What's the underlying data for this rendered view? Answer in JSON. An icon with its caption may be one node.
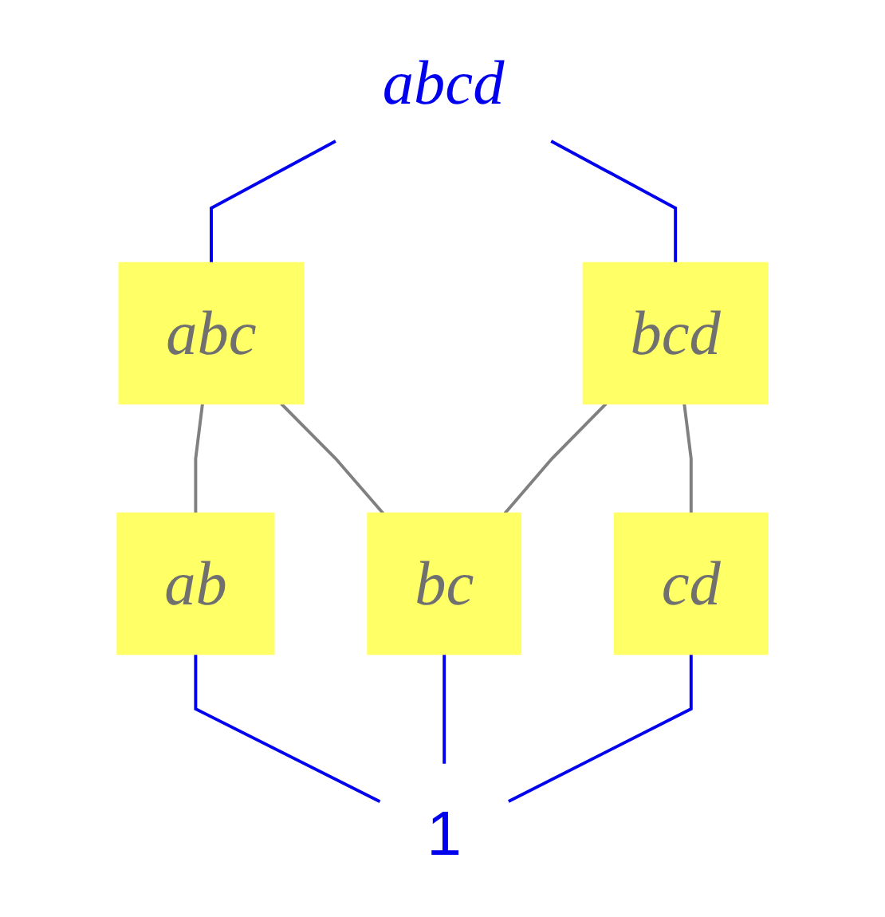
{
  "diagram": {
    "nodes": [
      {
        "text": [
          "abcd"
        ]
      },
      {
        "text": [
          "abc"
        ]
      },
      {
        "text": [
          "bcd"
        ]
      },
      {
        "text": [
          "ab"
        ]
      },
      {
        "text": [
          "bc"
        ]
      },
      {
        "text": [
          "cd"
        ]
      },
      {
        "text": [
          "1"
        ]
      }
    ],
    "edges": [
      {
        "from": 0,
        "to": 1,
        "arrow": "none"
      },
      {
        "from": 0,
        "to": 2,
        "arrow": "none"
      },
      {
        "from": 1,
        "to": 3,
        "arrow": "none",
        "color": "#808080"
      },
      {
        "from": 1,
        "to": 4,
        "arrow": "none",
        "color": "#808080"
      },
      {
        "from": 2,
        "to": 4,
        "arrow": "none",
        "color": "#808080"
      },
      {
        "from": 2,
        "to": 5,
        "arrow": "none",
        "color": "#808080"
      },
      {
        "from": 3,
        "to": 6,
        "arrow": "none"
      },
      {
        "from": 4,
        "to": 6,
        "arrow": "none"
      },
      {
        "from": 5,
        "to": 6,
        "arrow": "none"
      }
    ]
  }
}
